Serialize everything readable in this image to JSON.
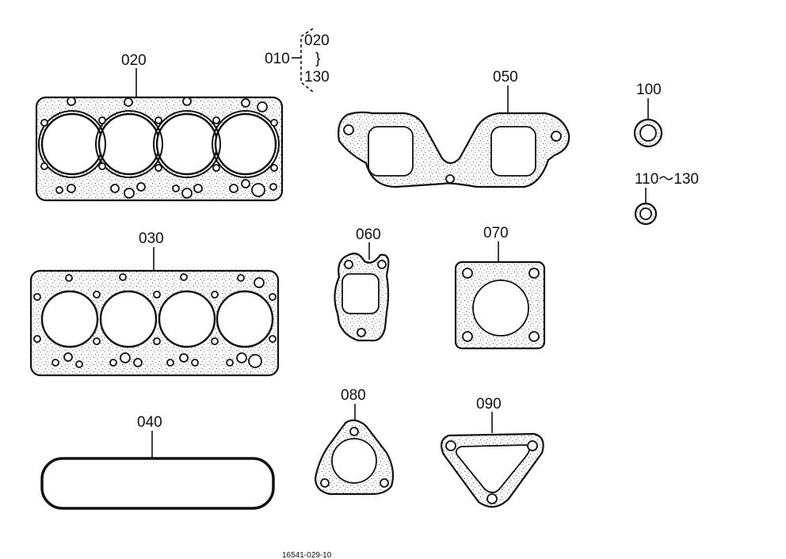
{
  "callouts": {
    "assembly": "010",
    "range_top": "020",
    "range_tilde": "}",
    "range_bottom": "130",
    "p020": "020",
    "p030": "030",
    "p040": "040",
    "p050": "050",
    "p060": "060",
    "p070": "070",
    "p080": "080",
    "p090": "090",
    "p100": "100",
    "p110_130": "110～130"
  },
  "drawing_code": "16541-029-10",
  "colors": {
    "ink": "#111111",
    "paper": "#ffffff"
  }
}
